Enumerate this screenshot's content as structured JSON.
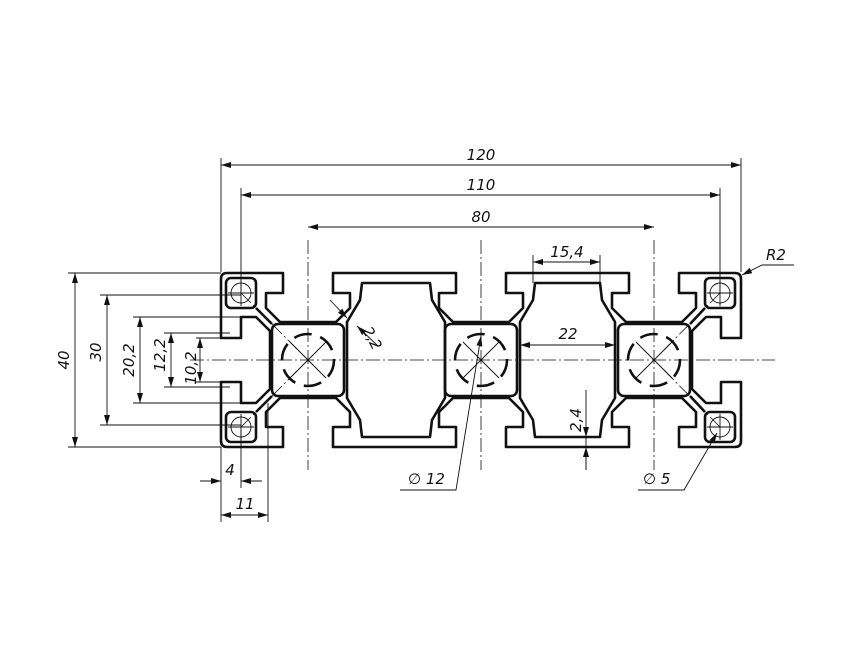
{
  "drawing": {
    "dimensions": {
      "overall_width": "120",
      "hole_spacing": "110",
      "core_spacing": "80",
      "cavity_top_width": "15,4",
      "corner_radius": "R2",
      "web_thickness": "2,2",
      "cavity_width": "22",
      "wall_thickness": "2,4",
      "height": "40",
      "hole_spacing_vertical": "30",
      "slot_inner_width": "20,2",
      "slot_width_12": "12,2",
      "slot_opening": "10,2",
      "wall_4": "4",
      "slot_depth": "11",
      "core_hole_diameter": "∅ 12",
      "corner_hole_diameter": "∅ 5"
    }
  }
}
